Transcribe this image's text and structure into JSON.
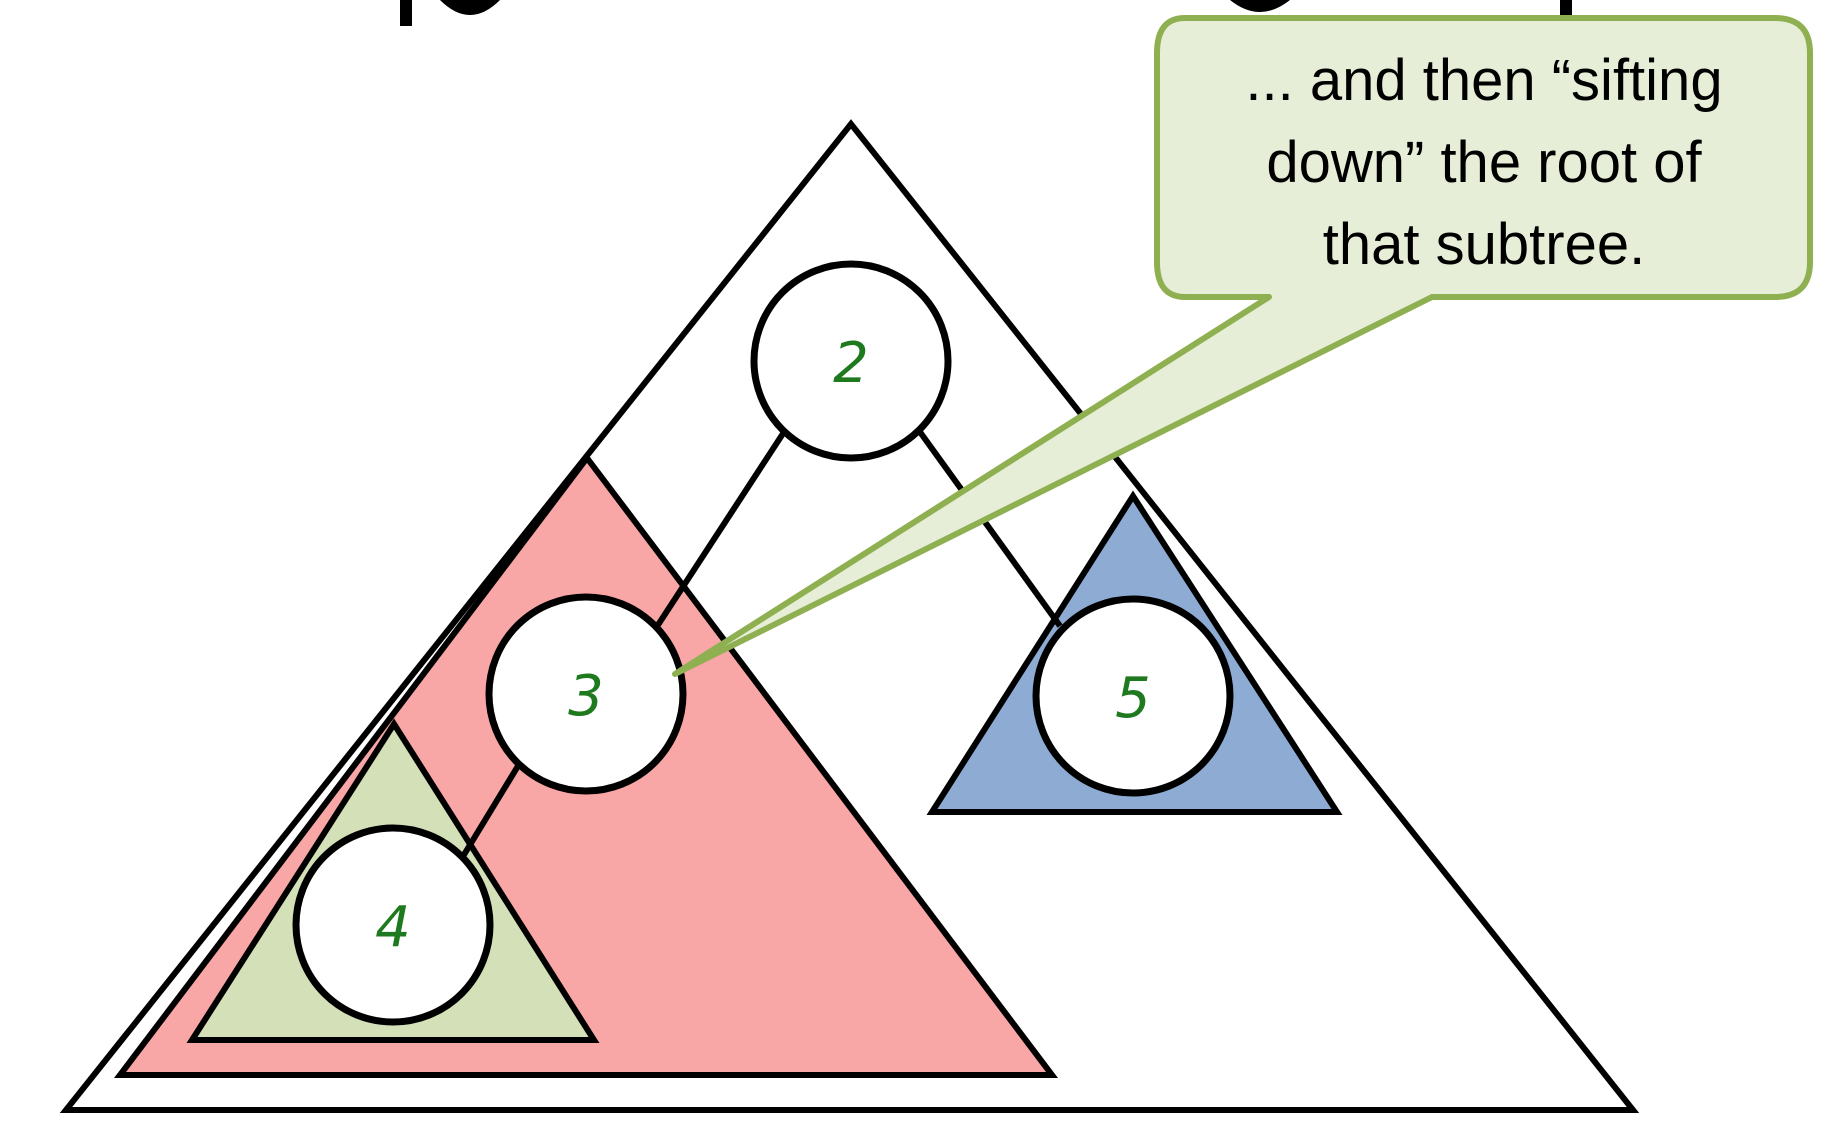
{
  "colors": {
    "outline": "#000000",
    "node_fill": "#ffffff",
    "node_label": "#1f7a1f",
    "subtree_left": "#f9a6a6",
    "subtree_left_inner": "#d3e0b8",
    "subtree_right": "#8dabd3",
    "callout_fill": "#e6eed7",
    "callout_border": "#8fb050"
  },
  "nodes": [
    {
      "id": "root",
      "label": "2"
    },
    {
      "id": "left",
      "label": "3"
    },
    {
      "id": "left-left",
      "label": "4"
    },
    {
      "id": "right",
      "label": "5"
    }
  ],
  "callout": {
    "lines": [
      "... and then “sifting",
      "down” the root of",
      "that subtree."
    ]
  }
}
